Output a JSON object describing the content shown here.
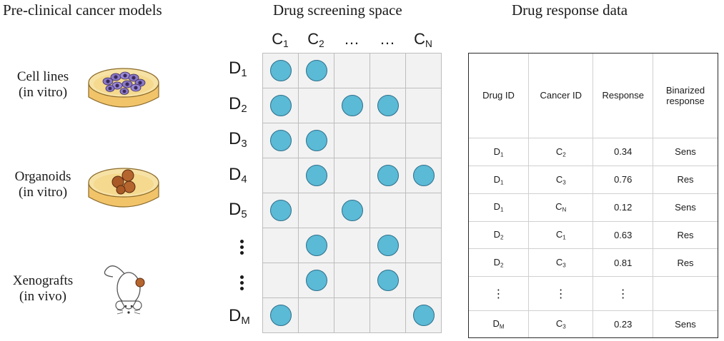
{
  "titles": {
    "models": "Pre-clinical cancer models",
    "screening": "Drug screening space",
    "response": "Drug response data"
  },
  "models": [
    {
      "line1": "Cell lines",
      "line2": "(in vitro)"
    },
    {
      "line1": "Organoids",
      "line2": "(in vitro)"
    },
    {
      "line1": "Xenografts",
      "line2": "(in vivo)"
    }
  ],
  "screening": {
    "columns": [
      {
        "base": "C",
        "sub": "1"
      },
      {
        "base": "C",
        "sub": "2"
      },
      {
        "base": "…",
        "sub": ""
      },
      {
        "base": "…",
        "sub": ""
      },
      {
        "base": "C",
        "sub": "N"
      }
    ],
    "rows": [
      {
        "base": "D",
        "sub": "1",
        "vdots": false
      },
      {
        "base": "D",
        "sub": "2",
        "vdots": false
      },
      {
        "base": "D",
        "sub": "3",
        "vdots": false
      },
      {
        "base": "D",
        "sub": "4",
        "vdots": false
      },
      {
        "base": "D",
        "sub": "5",
        "vdots": false
      },
      {
        "base": "",
        "sub": "",
        "vdots": true
      },
      {
        "base": "",
        "sub": "",
        "vdots": true
      },
      {
        "base": "D",
        "sub": "M",
        "vdots": false
      }
    ],
    "matrix": [
      [
        1,
        1,
        0,
        0,
        0
      ],
      [
        1,
        0,
        1,
        1,
        0
      ],
      [
        1,
        1,
        0,
        0,
        0
      ],
      [
        0,
        1,
        0,
        1,
        1
      ],
      [
        1,
        0,
        1,
        0,
        0
      ],
      [
        0,
        1,
        0,
        1,
        0
      ],
      [
        0,
        1,
        0,
        1,
        0
      ],
      [
        1,
        0,
        0,
        0,
        1
      ]
    ]
  },
  "response": {
    "headers": [
      "Drug ID",
      "Cancer ID",
      "Response",
      "Binarized response"
    ],
    "rows": [
      {
        "drug": "D",
        "drug_sub": "1",
        "cancer": "C",
        "cancer_sub": "2",
        "response": "0.34",
        "binary": "Sens",
        "dots": false
      },
      {
        "drug": "D",
        "drug_sub": "1",
        "cancer": "C",
        "cancer_sub": "3",
        "response": "0.76",
        "binary": "Res",
        "dots": false
      },
      {
        "drug": "D",
        "drug_sub": "1",
        "cancer": "C",
        "cancer_sub": "N",
        "response": "0.12",
        "binary": "Sens",
        "dots": false
      },
      {
        "drug": "D",
        "drug_sub": "2",
        "cancer": "C",
        "cancer_sub": "1",
        "response": "0.63",
        "binary": "Res",
        "dots": false
      },
      {
        "drug": "D",
        "drug_sub": "2",
        "cancer": "C",
        "cancer_sub": "3",
        "response": "0.81",
        "binary": "Res",
        "dots": false
      },
      {
        "drug": "⋮",
        "drug_sub": "",
        "cancer": "⋮",
        "cancer_sub": "",
        "response": "⋮",
        "binary": "",
        "dots": true
      },
      {
        "drug": "D",
        "drug_sub": "M",
        "cancer": "C",
        "cancer_sub": "3",
        "response": "0.23",
        "binary": "Sens",
        "dots": false
      }
    ]
  },
  "colors": {
    "dot_fill": "#5bbad5",
    "dot_stroke": "#2c6f8c",
    "grid_bg": "#f2f2f2"
  }
}
